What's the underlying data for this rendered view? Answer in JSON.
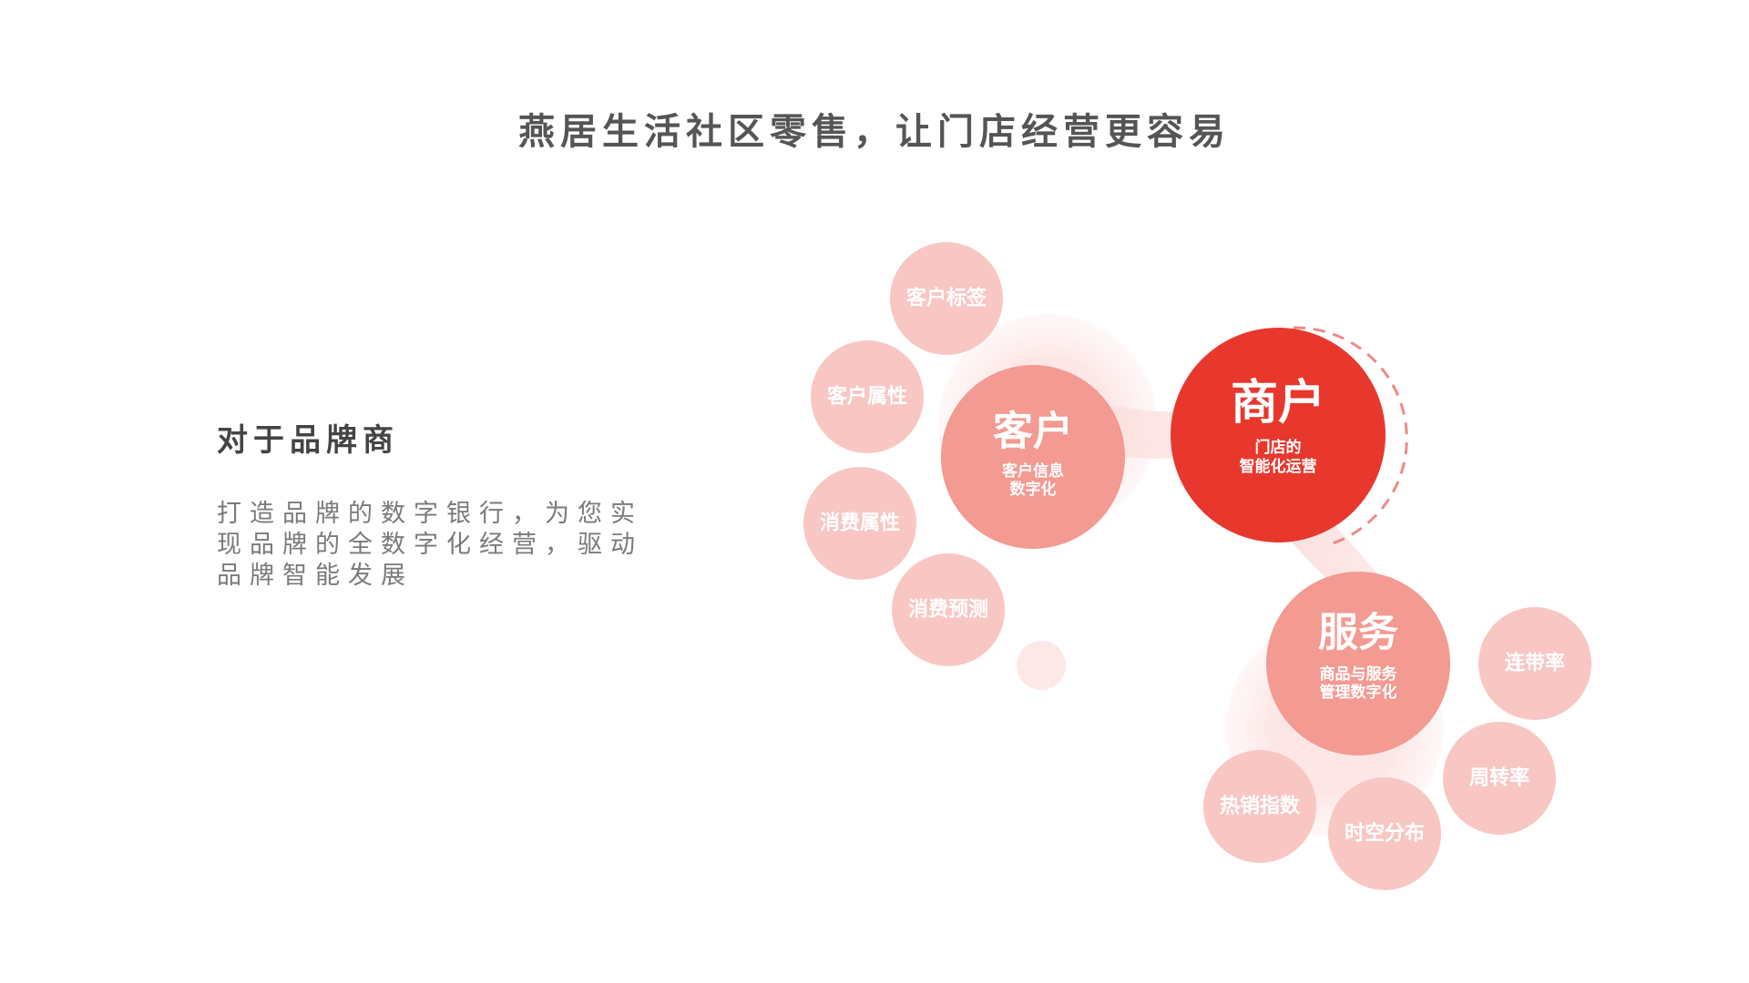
{
  "title": "燕居生活社区零售，让门店经营更容易",
  "section": {
    "heading": "对于品牌商",
    "description": "打造品牌的数字银行，为您实现品牌的全数字化经营，驱动品牌智能发展"
  },
  "colors": {
    "primary": "#e8382d",
    "secondary": "#f39a92",
    "tertiary": "#f8c7c4",
    "faint": "#fde8e7"
  },
  "hubs": {
    "merchant": {
      "title": "商户",
      "line1": "门店的",
      "line2": "智能化运营"
    },
    "customer": {
      "title": "客户",
      "line1": "客户信息",
      "line2": "数字化"
    },
    "service": {
      "title": "服务",
      "line1": "商品与服务",
      "line2": "管理数字化"
    }
  },
  "customer_items": [
    "客户标签",
    "客户属性",
    "消费属性",
    "消费预测"
  ],
  "service_items": [
    "连带率",
    "周转率",
    "时空分布",
    "热销指数"
  ]
}
